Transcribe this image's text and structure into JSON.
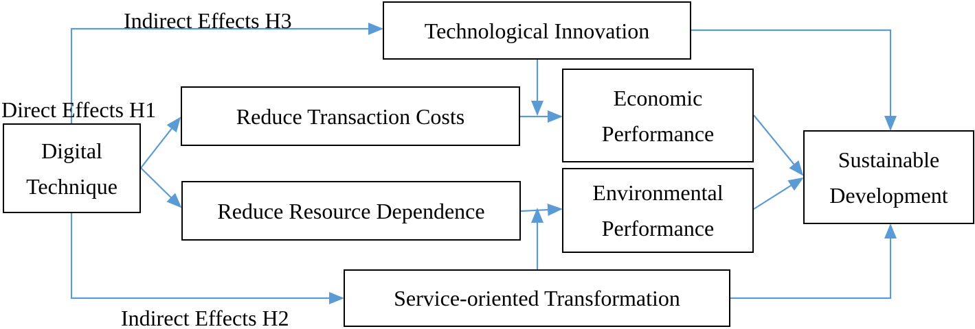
{
  "diagram": {
    "nodes": {
      "digital_technique": {
        "lines": [
          "Digital",
          "Technique"
        ]
      },
      "technological_innovation": {
        "lines": [
          "Technological Innovation"
        ]
      },
      "reduce_transaction_costs": {
        "lines": [
          "Reduce Transaction Costs"
        ]
      },
      "reduce_resource_dependence": {
        "lines": [
          "Reduce Resource Dependence"
        ]
      },
      "economic_performance": {
        "lines": [
          "Economic",
          "Performance"
        ]
      },
      "environmental_performance": {
        "lines": [
          "Environmental",
          "Performance"
        ]
      },
      "sustainable_development": {
        "lines": [
          "Sustainable",
          "Development"
        ]
      },
      "service_oriented_transformation": {
        "lines": [
          "Service-oriented Transformation"
        ]
      }
    },
    "edge_labels": {
      "indirect_h3": "Indirect Effects H3",
      "direct_h1": "Direct Effects H1",
      "indirect_h2": "Indirect Effects H2"
    },
    "edges": [
      {
        "from": "digital_technique",
        "to": "technological_innovation",
        "label": "indirect_h3"
      },
      {
        "from": "digital_technique",
        "to": "reduce_transaction_costs",
        "label": "direct_h1"
      },
      {
        "from": "digital_technique",
        "to": "reduce_resource_dependence"
      },
      {
        "from": "digital_technique",
        "to": "service_oriented_transformation",
        "label": "indirect_h2"
      },
      {
        "from": "technological_innovation",
        "to": "economic_performance"
      },
      {
        "from": "technological_innovation",
        "to": "sustainable_development"
      },
      {
        "from": "reduce_transaction_costs",
        "to": "economic_performance"
      },
      {
        "from": "reduce_resource_dependence",
        "to": "environmental_performance"
      },
      {
        "from": "service_oriented_transformation",
        "to": "environmental_performance"
      },
      {
        "from": "service_oriented_transformation",
        "to": "sustainable_development"
      },
      {
        "from": "economic_performance",
        "to": "sustainable_development"
      },
      {
        "from": "environmental_performance",
        "to": "sustainable_development"
      }
    ],
    "colors": {
      "arrow": "#5b9bd5",
      "border": "#000000",
      "text": "#000000"
    }
  }
}
